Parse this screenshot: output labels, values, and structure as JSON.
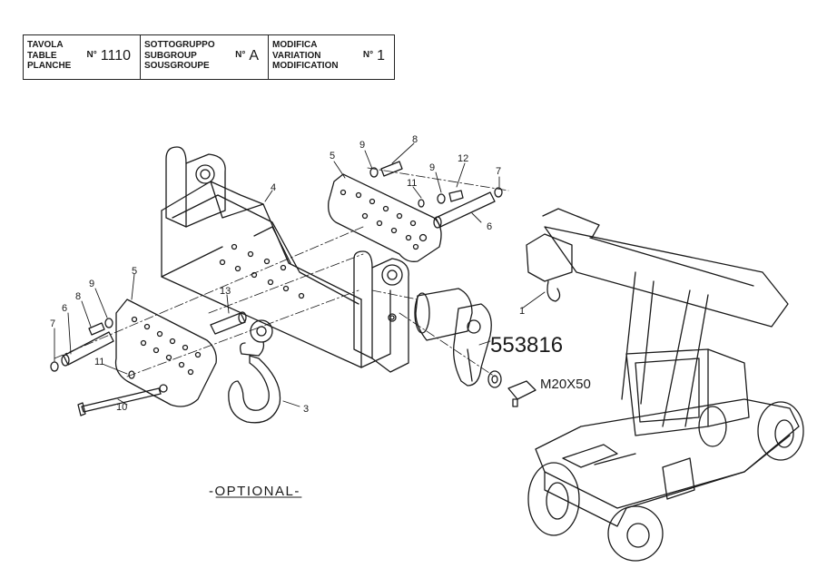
{
  "title_block": {
    "table": {
      "labels": [
        "TAVOLA",
        "TABLE",
        "PLANCHE"
      ],
      "prefix": "N°",
      "value": "1110"
    },
    "subgroup": {
      "labels": [
        "SOTTOGRUPPO",
        "SUBGROUP",
        "SOUSGROUPE"
      ],
      "prefix": "N°",
      "value": "A"
    },
    "modification": {
      "labels": [
        "MODIFICA",
        "VARIATION",
        "MODIFICATION"
      ],
      "prefix": "N°",
      "value": "1"
    }
  },
  "callouts": {
    "c1": "1",
    "c3": "3",
    "c4": "4",
    "c5a": "5",
    "c5b": "5",
    "c6a": "6",
    "c6b": "6",
    "c7a": "7",
    "c7b": "7",
    "c8a": "8",
    "c8b": "8",
    "c9a": "9",
    "c9b": "9",
    "c9c": "9",
    "c10": "10",
    "c11a": "11",
    "c11b": "11",
    "c12": "12",
    "c13": "13"
  },
  "annotations": {
    "part_number": "553816",
    "bolt_size": "M20X50",
    "optional": "-OPTIONAL-"
  },
  "colors": {
    "ink": "#1a1a1a",
    "paper": "#ffffff"
  }
}
